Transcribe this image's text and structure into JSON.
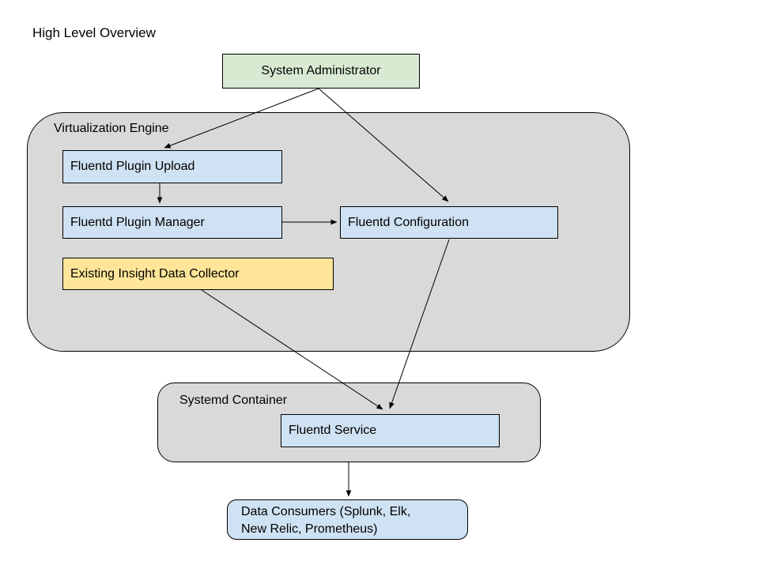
{
  "title": "High Level Overview",
  "colors": {
    "background": "#ffffff",
    "container_fill": "#d9d9d9",
    "node_blue_fill": "#cfe2f3",
    "node_green_fill": "#d9ead3",
    "node_yellow_fill": "#ffe599",
    "border": "#000000",
    "arrow": "#000000",
    "text": "#000000"
  },
  "containers": [
    {
      "id": "virtualization-engine",
      "label": "Virtualization Engine"
    },
    {
      "id": "systemd-container",
      "label": "Systemd Container"
    }
  ],
  "nodes": [
    {
      "id": "system-administrator",
      "label": "System Administrator",
      "fill": "#d9ead3"
    },
    {
      "id": "fluentd-plugin-upload",
      "label": "Fluentd Plugin Upload",
      "fill": "#cfe2f3"
    },
    {
      "id": "fluentd-plugin-manager",
      "label": "Fluentd Plugin Manager",
      "fill": "#cfe2f3"
    },
    {
      "id": "fluentd-configuration",
      "label": "Fluentd Configuration",
      "fill": "#cfe2f3"
    },
    {
      "id": "existing-insight-data-collector",
      "label": "Existing Insight Data Collector",
      "fill": "#ffe599"
    },
    {
      "id": "fluentd-service",
      "label": "Fluentd Service",
      "fill": "#cfe2f3"
    },
    {
      "id": "data-consumers",
      "label_lines": [
        "Data Consumers (Splunk, Elk,",
        "New Relic, Prometheus)"
      ],
      "fill": "#cfe2f3"
    }
  ],
  "edges": [
    {
      "from": "system-administrator",
      "to": "fluentd-plugin-upload"
    },
    {
      "from": "system-administrator",
      "to": "fluentd-configuration"
    },
    {
      "from": "fluentd-plugin-upload",
      "to": "fluentd-plugin-manager"
    },
    {
      "from": "fluentd-plugin-manager",
      "to": "fluentd-configuration"
    },
    {
      "from": "fluentd-configuration",
      "to": "fluentd-service"
    },
    {
      "from": "existing-insight-data-collector",
      "to": "fluentd-service"
    },
    {
      "from": "systemd-container",
      "to": "data-consumers"
    }
  ]
}
